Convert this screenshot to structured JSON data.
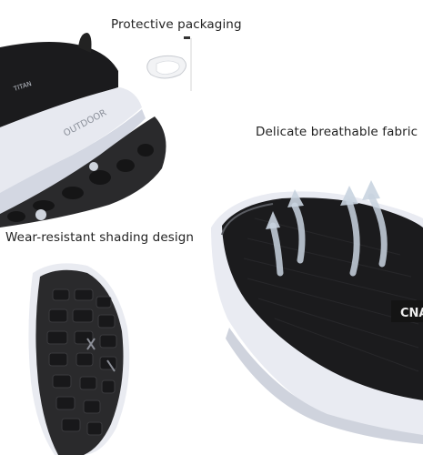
{
  "captions": {
    "protective": "Protective packaging",
    "breathable": "Delicate breathable fabric",
    "wear": "Wear-resistant shading design"
  },
  "shoe_texts": {
    "heel_logo": "TITAN",
    "sidewall": "OUTDOOR",
    "brand_partial": "CNA"
  },
  "colors": {
    "upper": "#1b1b1d",
    "sole": "#2a2a2c",
    "midsole": "#e8eaf1",
    "arrows": "#c9d4e0"
  }
}
